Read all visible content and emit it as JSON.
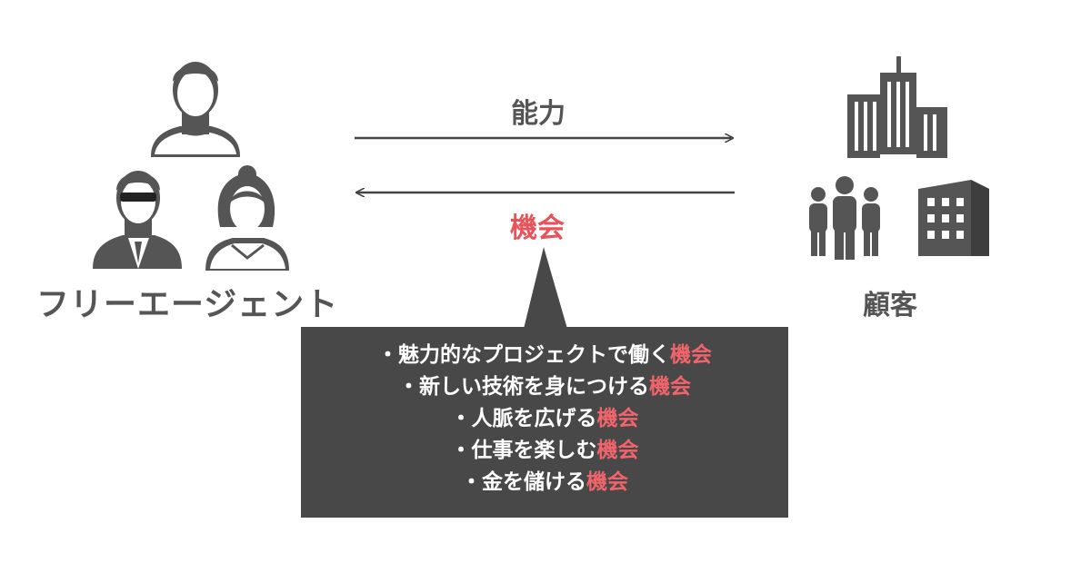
{
  "left": {
    "label": "フリーエージェント"
  },
  "right": {
    "label": "顧客"
  },
  "arrows": {
    "top_label": "能力",
    "bottom_label": "機会"
  },
  "callout": {
    "items": [
      {
        "bullet": "・",
        "text": "魅力的なプロジェクトで働く",
        "highlight": "機会"
      },
      {
        "bullet": "・",
        "text": "新しい技術を身につける",
        "highlight": "機会"
      },
      {
        "bullet": "・",
        "text": "人脈を広げる",
        "highlight": "機会"
      },
      {
        "bullet": "・",
        "text": "仕事を楽しむ",
        "highlight": "機会"
      },
      {
        "bullet": "・",
        "text": "金を儲ける",
        "highlight": "機会"
      }
    ]
  },
  "colors": {
    "dark": "#484848",
    "accent": "#e8535a",
    "icon": "#555555"
  },
  "icons": [
    "person-icon",
    "person-sunglasses-icon",
    "woman-icon",
    "skyscraper-icon",
    "group-people-icon",
    "office-building-icon"
  ]
}
